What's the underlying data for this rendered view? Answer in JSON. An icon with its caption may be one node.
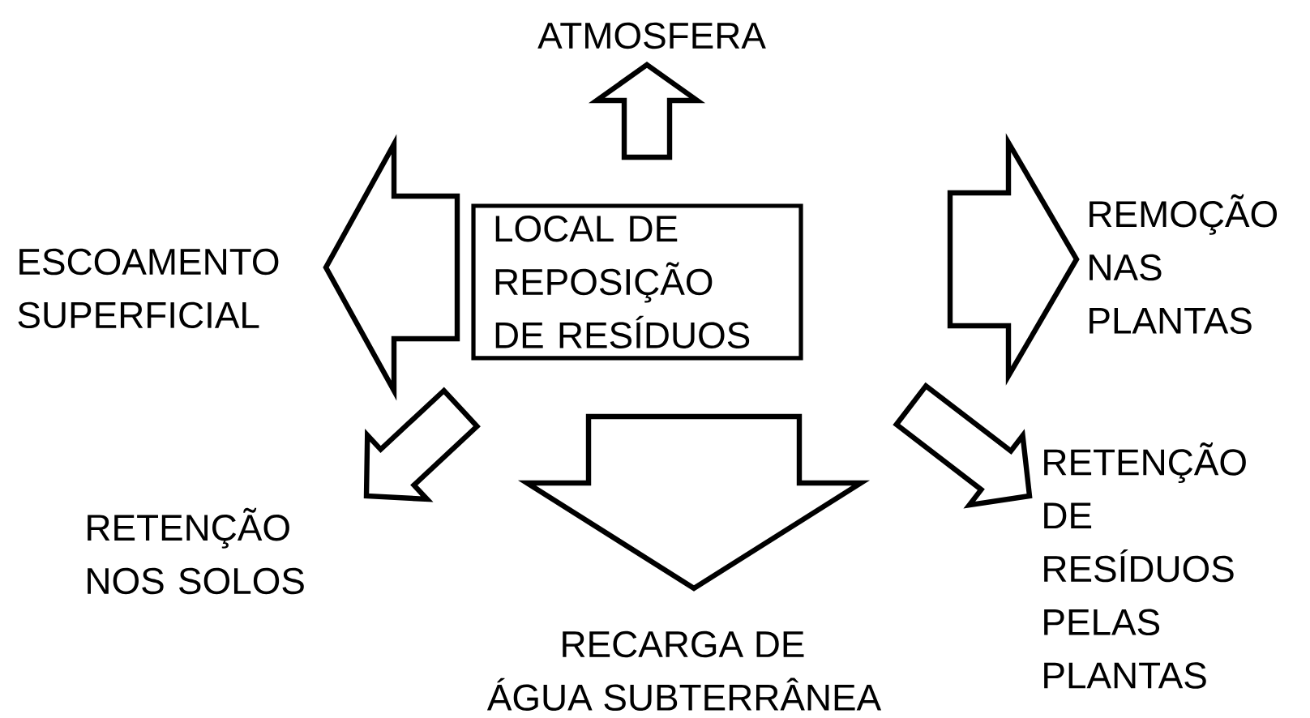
{
  "diagram": {
    "nodes": [
      {
        "text": [
          "LOCAL DE REPOSIÇÃO DE RESÍDUOS"
        ]
      },
      {
        "text": [
          "ATMOSFERA"
        ]
      },
      {
        "text": [
          "ESCOAMENTO SUPERFICIAL"
        ]
      },
      {
        "text": [
          "REMOÇÃO NAS PLANTAS"
        ]
      },
      {
        "text": [
          "RETENÇÃO NOS SOLOS"
        ]
      },
      {
        "text": [
          "RETENÇÃO DE RESÍDUOS PELAS PLANTAS"
        ]
      },
      {
        "text": [
          "RECARGA DE ÁGUA SUBTERRÂNEA"
        ]
      }
    ],
    "edges": [
      {
        "from": 0,
        "to": 1,
        "arrow": "to"
      },
      {
        "from": 0,
        "to": 2,
        "arrow": "to"
      },
      {
        "from": 0,
        "to": 3,
        "arrow": "to"
      },
      {
        "from": 0,
        "to": 4,
        "arrow": "to"
      },
      {
        "from": 0,
        "to": 5,
        "arrow": "to"
      },
      {
        "from": 0,
        "to": 6,
        "arrow": "to"
      }
    ]
  }
}
